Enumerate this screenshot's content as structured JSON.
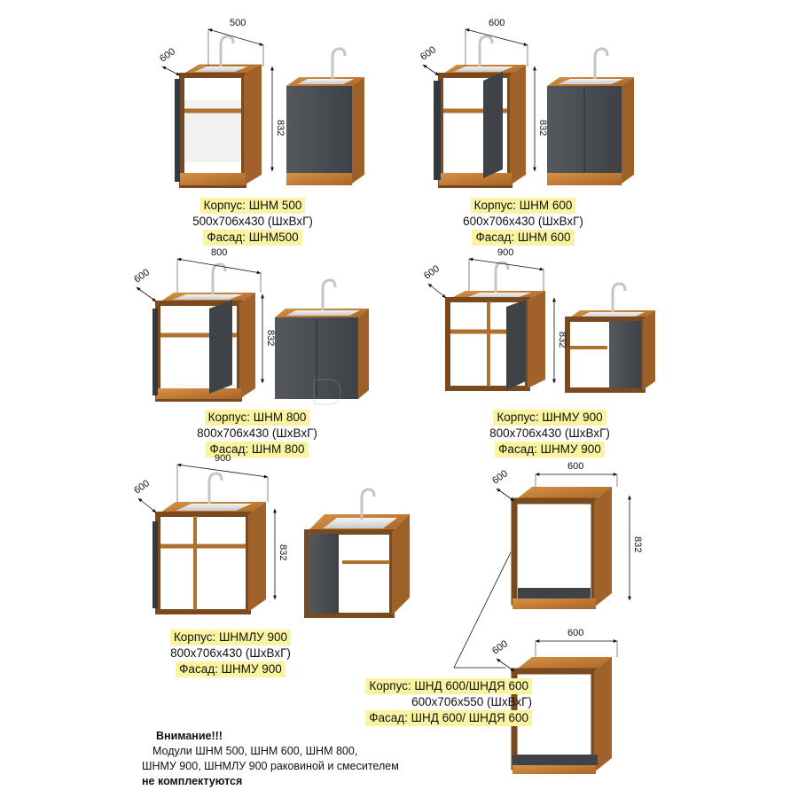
{
  "modules": [
    {
      "id": "shnm500",
      "body": "Корпус: ШНМ 500",
      "size": "500х706х430 (ШхВхГ)",
      "facade": "Фасад: ШНМ500",
      "width_label": "500",
      "depth_label": "600",
      "height_label": "832"
    },
    {
      "id": "shnm600",
      "body": "Корпус: ШНМ 600",
      "size": "600х706х430 (ШхВхГ)",
      "facade": "Фасад: ШНМ 600",
      "width_label": "600",
      "depth_label": "600",
      "height_label": "832"
    },
    {
      "id": "shnm800",
      "body": "Корпус: ШНМ 800",
      "size": "800х706х430 (ШхВхГ)",
      "facade": "Фасад: ШНМ 800",
      "width_label": "800",
      "depth_label": "600",
      "height_label": "832"
    },
    {
      "id": "shnmu900",
      "body": "Корпус: ШНМУ 900",
      "size": "800х706х430 (ШхВхГ)",
      "facade": "Фасад: ШНМУ 900",
      "width_label": "900",
      "depth_label": "600",
      "height_label": "832"
    },
    {
      "id": "shnmlu900",
      "body": "Корпус: ШНМЛУ 900",
      "size": "800х706х430 (ШхВхГ)",
      "facade": "Фасад: ШНМУ 900",
      "width_label": "900",
      "depth_label": "600",
      "height_label": "832"
    },
    {
      "id": "shnd600",
      "body": "Корпус: ШНД 600/ШНДЯ 600",
      "size": "600х706х550 (ШхВхГ)",
      "facade": "Фасад: ШНД 600/ ШНДЯ 600",
      "width_label": "600",
      "depth_label": "600",
      "height_label": "832",
      "width_label_2": "600",
      "depth_label_2": "600"
    }
  ],
  "note": {
    "title": "Внимание!!!",
    "line1": "Модули ШНМ 500, ШНМ 600, ШНМ 800,",
    "line2": "ШНМУ 900, ШНМЛУ 900 раковиной и смесителем",
    "line3": "не комплектуются"
  },
  "colors": {
    "wood": "#c98a3e",
    "wood_dark": "#8a5526",
    "facade": "#4a4d52",
    "highlight": "#fbf39f"
  }
}
